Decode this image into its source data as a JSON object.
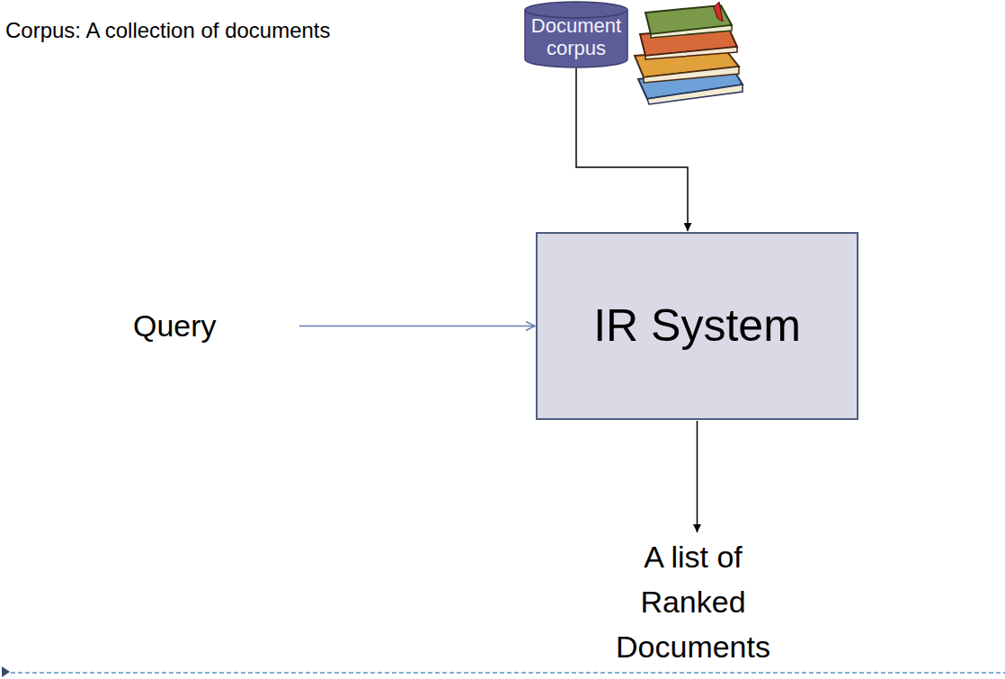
{
  "diagram": {
    "nodes": [
      {
        "text": [
          "Document corpus"
        ]
      },
      {
        "text": [
          "Query"
        ]
      },
      {
        "text": [
          "IR System"
        ]
      },
      {
        "text": [
          "A list of Ranked Documents"
        ]
      }
    ],
    "edges": [
      {
        "from": 0,
        "to": 2,
        "arrow": "to"
      },
      {
        "from": 1,
        "to": 2,
        "arrow": "to"
      },
      {
        "from": 2,
        "to": 3,
        "arrow": "to"
      }
    ],
    "labels": [
      "Corpus: A collection of documents"
    ]
  }
}
